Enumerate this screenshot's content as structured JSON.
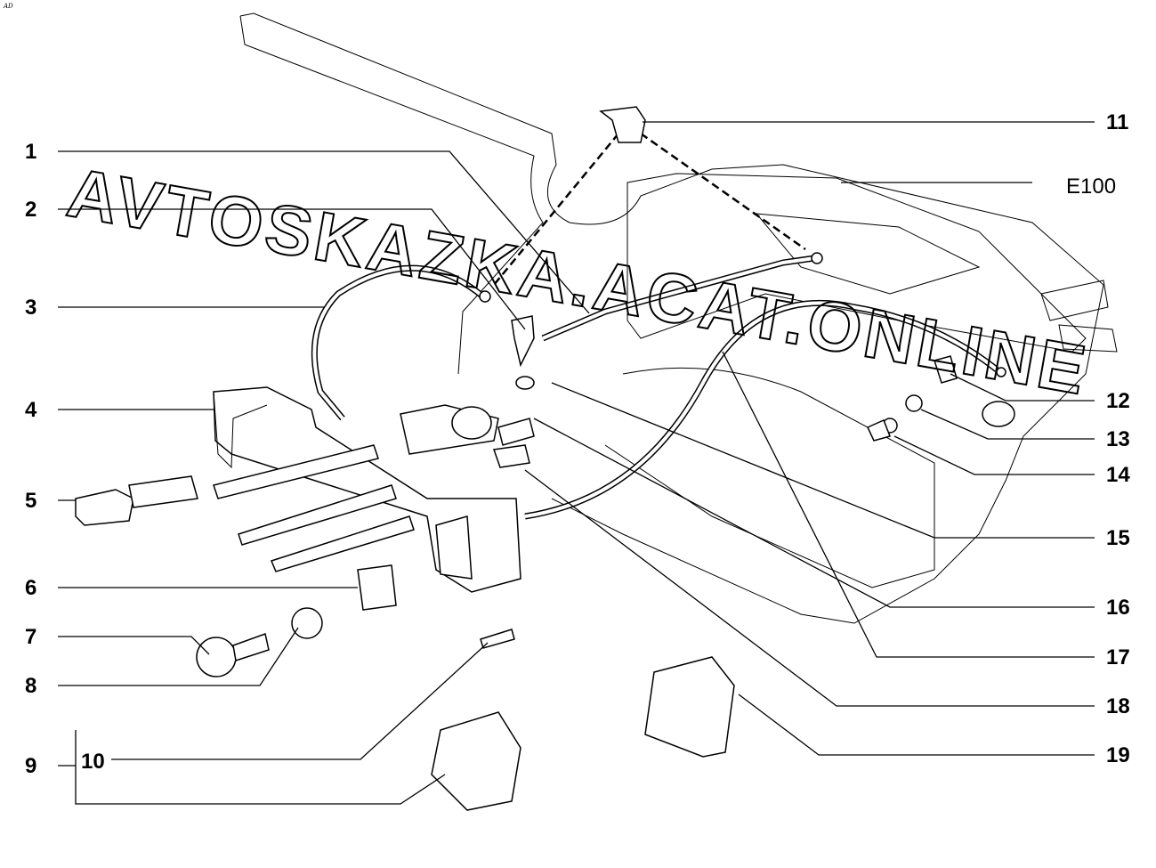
{
  "corner_mark": "AD",
  "reference_code": "E100",
  "watermark": "AVTOSKAZKA.ACAT.ONLINE",
  "callouts": [
    "1",
    "2",
    "3",
    "4",
    "5",
    "6",
    "7",
    "8",
    "9",
    "10",
    "11",
    "12",
    "13",
    "14",
    "15",
    "16",
    "17",
    "18",
    "19"
  ]
}
